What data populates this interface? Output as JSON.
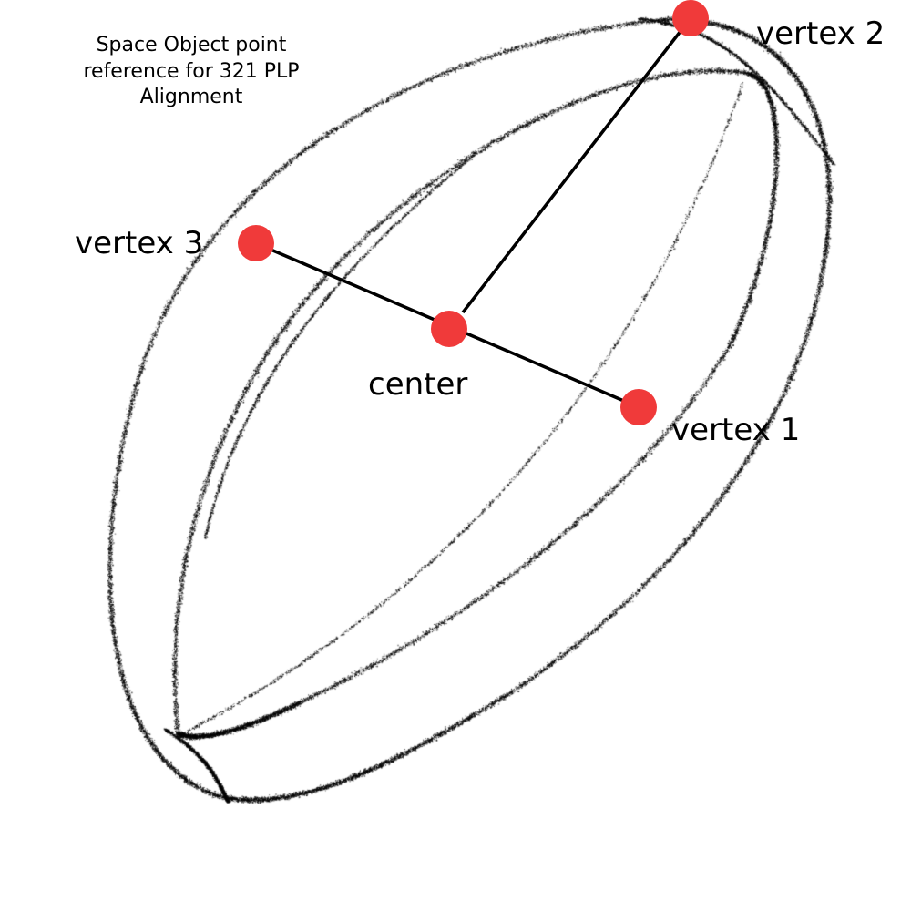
{
  "caption": "Space Object point reference for 321 PLP Alignment",
  "labels": {
    "vertex_2": "vertex 2",
    "vertex_3": "vertex 3",
    "center": "center",
    "vertex_1": "vertex 1"
  },
  "colors": {
    "point_marker": "#f03a3a",
    "connector_line": "#000000",
    "point_cloud": "#000000"
  }
}
